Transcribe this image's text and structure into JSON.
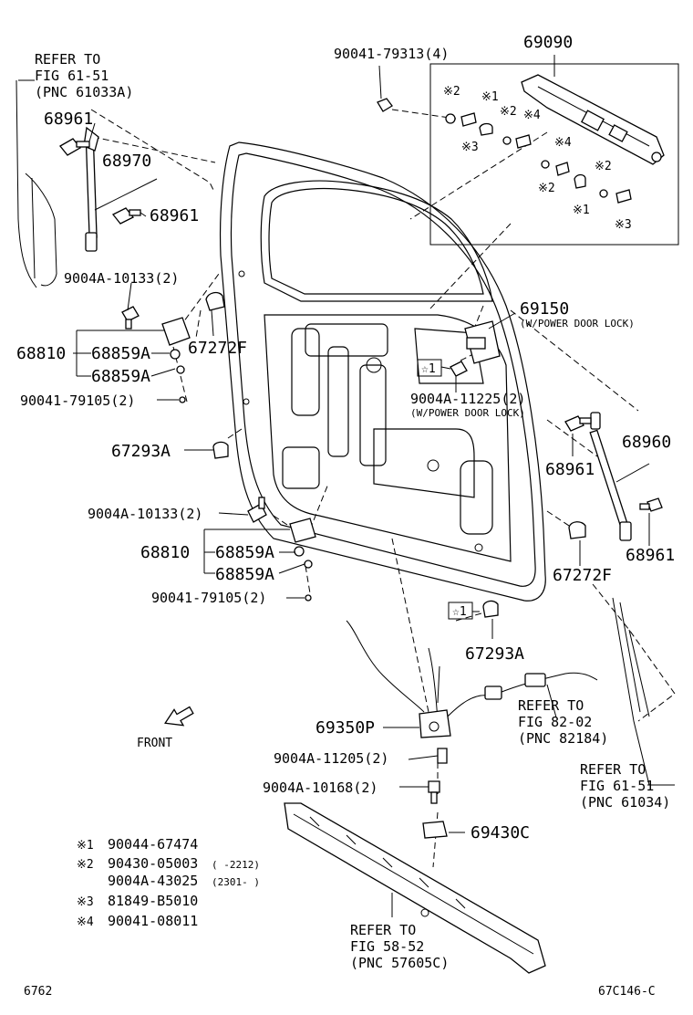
{
  "labels": {
    "refer_top_left_1": "REFER TO",
    "refer_top_left_2": "FIG 61-51",
    "refer_top_left_3": "(PNC 61033A)",
    "p68961_a": "68961",
    "p68970": "68970",
    "p68961_b": "68961",
    "p9004a10133_a": "9004A-10133(2)",
    "p68810_a": "68810",
    "p68859a_a": "68859A",
    "p68859a_b": "68859A",
    "p67272f_a": "67272F",
    "p9004179105_a": "90041-79105(2)",
    "p67293a_a": "67293A",
    "p9004a10133_b": "9004A-10133(2)",
    "p68810_b": "68810",
    "p68859a_c": "68859A",
    "p68859a_d": "68859A",
    "p9004179105_b": "90041-79105(2)",
    "p9004179313": "90041-79313(4)",
    "p69090": "69090",
    "p69150": "69150",
    "p69150_note": "(W/POWER DOOR LOCK)",
    "star1_a": "☆1",
    "p9004a11225": "9004A-11225(2)",
    "p9004a11225_note": "(W/POWER DOOR LOCK)",
    "p68960": "68960",
    "p68961_c": "68961",
    "p68961_d": "68961",
    "p67272f_b": "67272F",
    "star1_b": "☆1",
    "p67293a_b": "67293A",
    "refer_mid_1": "REFER TO",
    "refer_mid_2": "FIG 82-02",
    "refer_mid_3": "(PNC 82184)",
    "p69350p": "69350P",
    "front": "FRONT",
    "p9004a11205": "9004A-11205(2)",
    "p9004a10168": "9004A-10168(2)",
    "refer_right_1": "REFER TO",
    "refer_right_2": "FIG 61-51",
    "refer_right_3": "(PNC 61034)",
    "p69430c": "69430C",
    "refer_bottom_1": "REFER TO",
    "refer_bottom_2": "FIG 58-52",
    "refer_bottom_3": "(PNC 57605C)",
    "kome1": "※1",
    "kome2": "※2",
    "kome3": "※3",
    "kome4": "※4",
    "k1_r1": "※1",
    "k2_r1": "※2",
    "k4_r1": "※4",
    "k2_r2": "※2",
    "k3_r1": "※3",
    "k4_r2": "※4",
    "k2_r3": "※2",
    "k2_r4": "※2",
    "k1_r2": "※1",
    "k3_r2": "※3"
  },
  "legend": [
    {
      "mark": "※1",
      "part": "90044-67474",
      "range": ""
    },
    {
      "mark": "※2",
      "part": "90430-05003",
      "range": "(    -2212)"
    },
    {
      "mark": "",
      "part": "9004A-43025",
      "range": "(2301-    )"
    },
    {
      "mark": "※3",
      "part": "81849-B5010",
      "range": ""
    },
    {
      "mark": "※4",
      "part": "90041-08011",
      "range": ""
    }
  ],
  "footer": {
    "left": "6762",
    "right": "67C146-C"
  }
}
